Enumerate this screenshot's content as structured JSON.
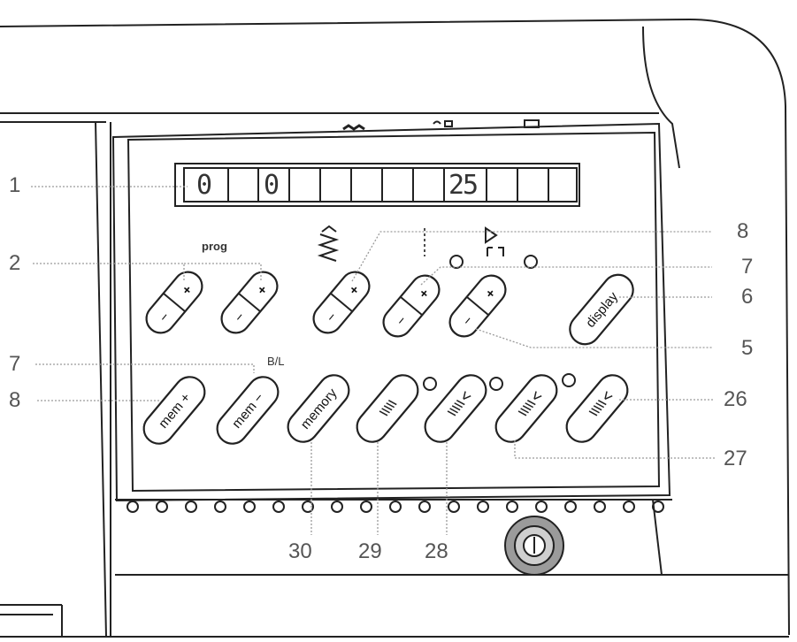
{
  "display": {
    "digits_left": [
      "0",
      "0"
    ],
    "digits_right": "25"
  },
  "panel": {
    "prog_label": "prog",
    "bl_label": "B/L"
  },
  "buttons": {
    "plus": "+",
    "minus": "−",
    "display": "display",
    "mem_plus": "mem +",
    "mem_minus": "mem −",
    "memory": "memory"
  },
  "callouts": {
    "c1": "1",
    "c2": "2",
    "c8_top": "8",
    "c7_right": "7",
    "c6": "6",
    "c5": "5",
    "c7_left": "7",
    "c8_left": "8",
    "c26": "26",
    "c27": "27",
    "c30": "30",
    "c29": "29",
    "c28": "28"
  },
  "colors": {
    "line": "#222222",
    "leader": "#9a9a9a",
    "label": "#555555"
  }
}
